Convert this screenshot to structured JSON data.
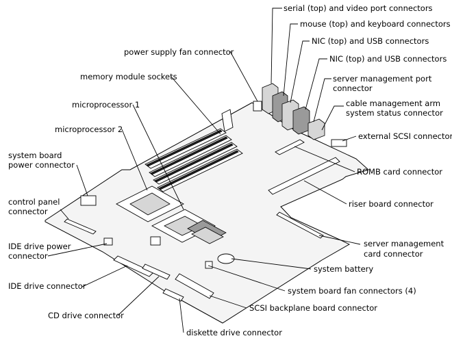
{
  "labels": {
    "serial_video": "serial (top) and video port connectors",
    "mouse_keyboard": "mouse (top) and keyboard connectors",
    "nic_usb_1": "NIC (top) and USB connectors",
    "nic_usb_2": "NIC (top) and USB connectors",
    "server_mgmt_port_1": "server management port",
    "server_mgmt_port_2": "connector",
    "cable_mgmt_1": "cable management arm",
    "cable_mgmt_2": "system status connector",
    "external_scsi": "external SCSI connector",
    "power_supply_fan": "power supply fan connector",
    "memory_sockets": "memory module sockets",
    "microprocessor_1": "microprocessor 1",
    "microprocessor_2": "microprocessor 2",
    "system_board_power_1": "system board",
    "system_board_power_2": "power connector",
    "control_panel_1": "control panel",
    "control_panel_2": "connector",
    "ide_power_1": "IDE drive power",
    "ide_power_2": "connector",
    "ide_drive": "IDE drive connector",
    "cd_drive": "CD drive connector",
    "diskette_drive": "diskette drive connector",
    "romb_card": "ROMB card connector",
    "riser_board": "riser board connector",
    "server_mgmt_card_1": "server management",
    "server_mgmt_card_2": "card connector",
    "system_battery": "system battery",
    "system_board_fans": "system board fan connectors (4)",
    "scsi_backplane": "SCSI backplane board connector"
  }
}
